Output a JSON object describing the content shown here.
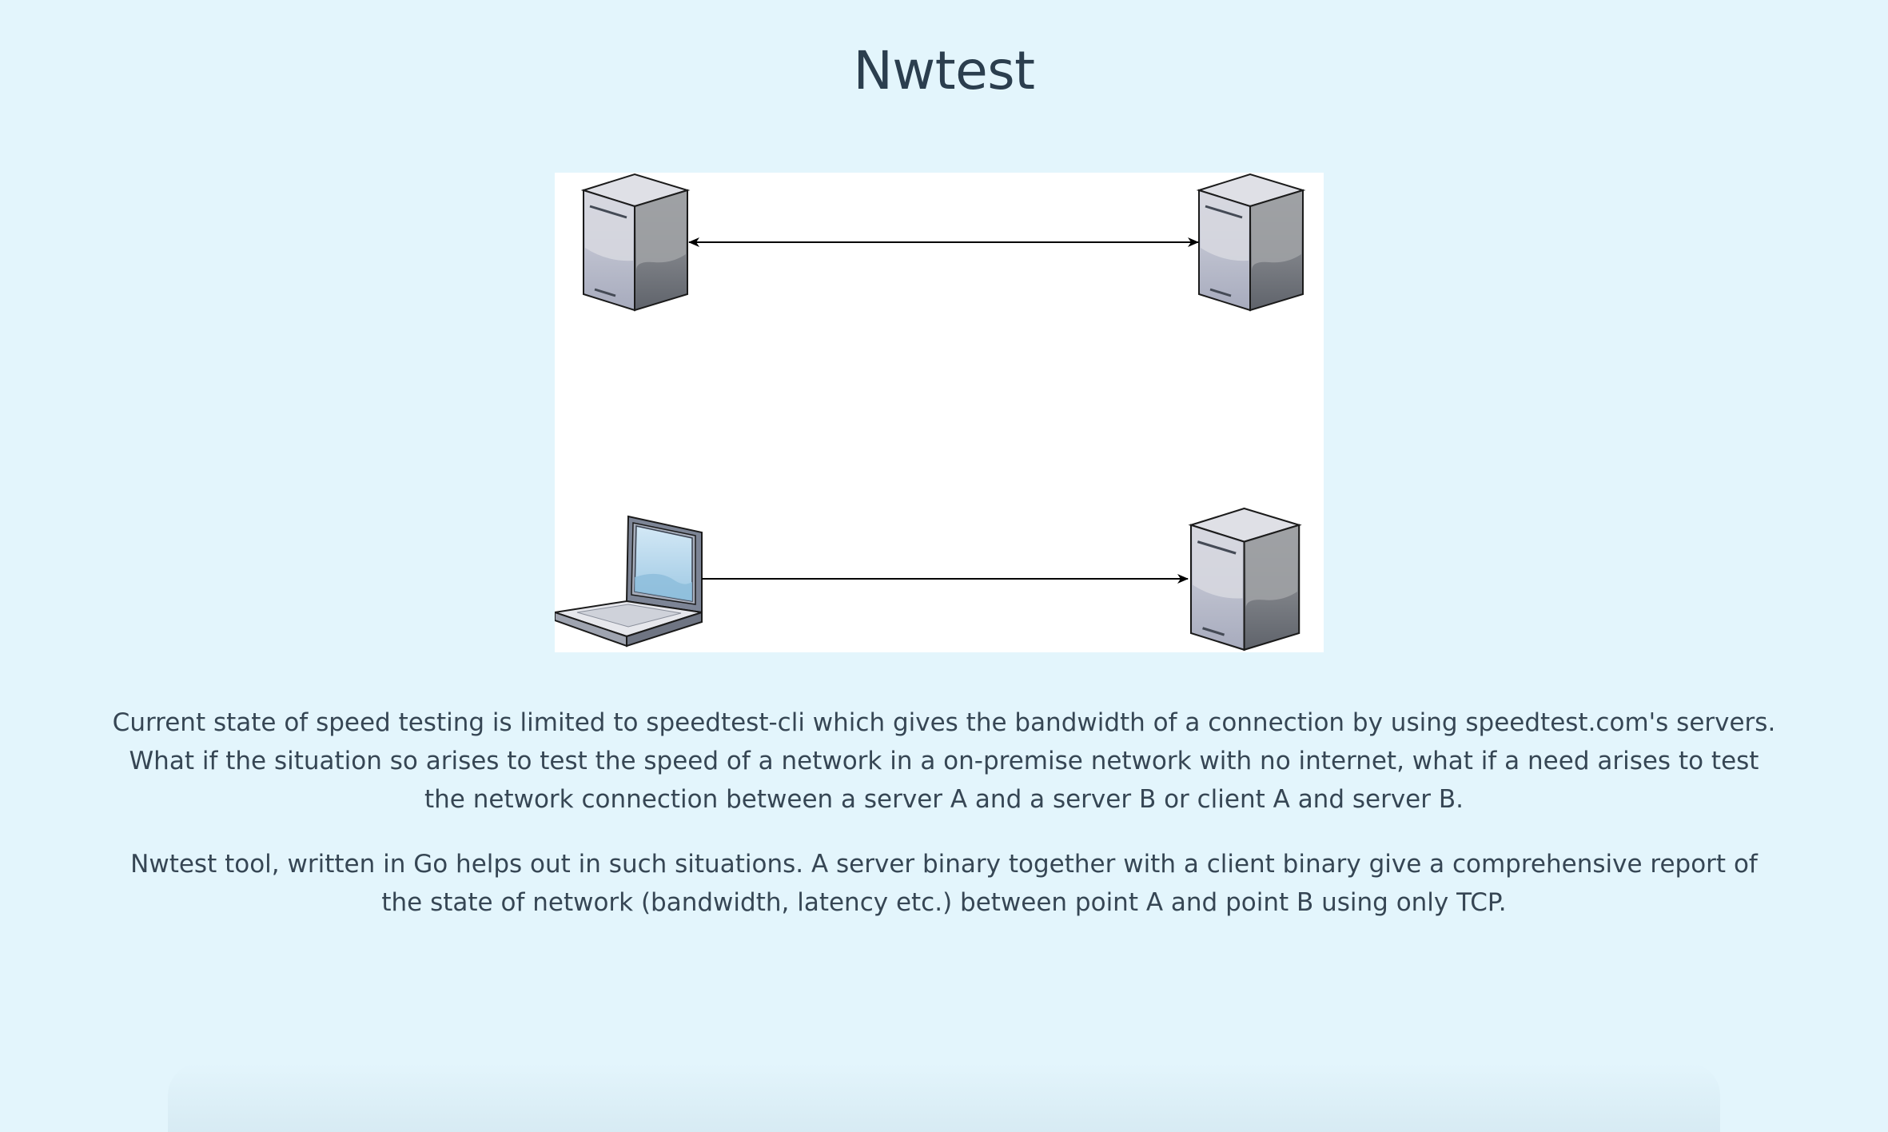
{
  "page": {
    "title": "Nwtest"
  },
  "diagram": {
    "nodes": [
      {
        "id": "server-top-left",
        "type": "server-icon"
      },
      {
        "id": "server-top-right",
        "type": "server-icon"
      },
      {
        "id": "laptop-bottom-left",
        "type": "laptop-icon"
      },
      {
        "id": "server-bottom-right",
        "type": "server-icon"
      }
    ],
    "edges": [
      {
        "from": "server-top-left",
        "to": "server-top-right",
        "direction": "both"
      },
      {
        "from": "laptop-bottom-left",
        "to": "server-bottom-right",
        "direction": "forward"
      }
    ]
  },
  "description": {
    "paragraph_1": "Current state of speed testing is limited to speedtest-cli which gives the bandwidth of a connection by using speedtest.com's servers. What if the situation so arises to test the speed of a network in a on-premise network with no internet, what if a need arises to test the network connection between a server A and a server B or client A and server B.",
    "paragraph_2": "Nwtest tool, written in Go helps out in such situations. A server binary together with a client binary give a comprehensive report of the state of network (bandwidth, latency etc.) between point A and point B using only TCP."
  },
  "colors": {
    "background": "#e3f5fc",
    "title": "#2b3e4e",
    "text": "#364654",
    "diagram_bg": "#ffffff"
  }
}
